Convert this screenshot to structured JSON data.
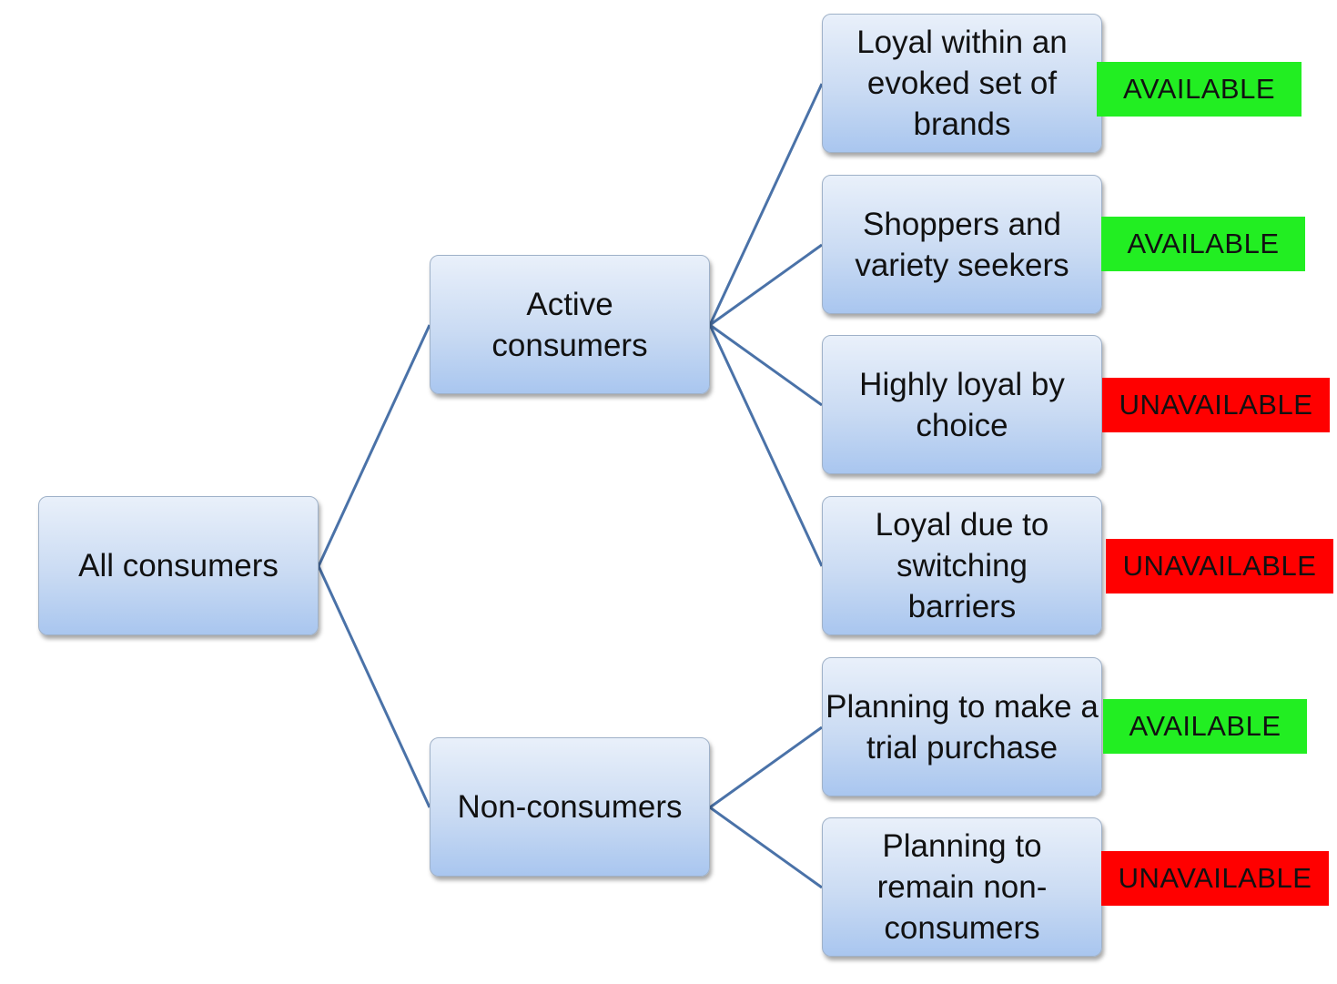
{
  "root": {
    "label": "All consumers"
  },
  "groups": [
    {
      "label": "Active consumers"
    },
    {
      "label": "Non-consumers"
    }
  ],
  "segments": [
    {
      "label": "Loyal within an evoked set of brands",
      "status": "AVAILABLE"
    },
    {
      "label": "Shoppers and variety seekers",
      "status": "AVAILABLE"
    },
    {
      "label": "Highly loyal by choice",
      "status": "UNAVAILABLE"
    },
    {
      "label": "Loyal due to switching barriers",
      "status": "UNAVAILABLE"
    },
    {
      "label": "Planning to make a trial purchase",
      "status": "AVAILABLE"
    },
    {
      "label": "Planning to remain non-consumers",
      "status": "UNAVAILABLE"
    }
  ],
  "colors": {
    "connector": "#4a72a8",
    "available": "#22ee22",
    "unavailable": "#ff0000",
    "node_top": "#e9f0fa",
    "node_bottom": "#a9c6ef"
  }
}
